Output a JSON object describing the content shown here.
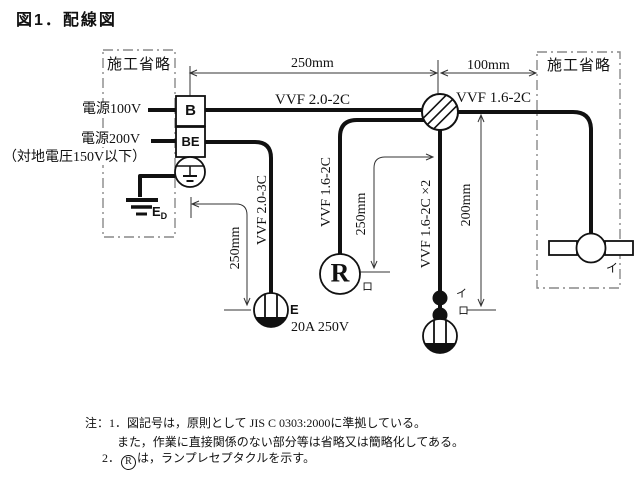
{
  "title": "図1．配線図",
  "colors": {
    "line": "#111111",
    "dash_box": "#888888",
    "dimension": "#333333"
  },
  "omission": {
    "left": "施工省略",
    "right": "施工省略"
  },
  "source": {
    "power100": "電源100V",
    "power200": "電源200V",
    "power200_sub": "（対地電圧150V以下）",
    "breaker_b": "B",
    "breaker_be": "BE",
    "earth_e": "E",
    "earth_sub": "D"
  },
  "dimensions": {
    "top_left": "250mm",
    "top_right": "100mm",
    "outlet_drop": "250mm",
    "receptacle_drop": "250mm",
    "switch_drop": "200mm"
  },
  "cables": {
    "main": "VVF 2.0-2C",
    "to_light": "VVF 1.6-2C",
    "to_outlet": "VVF 2.0-3C",
    "to_receptacle": "VVF 1.6-2C",
    "to_switches": "VVF 1.6-2C ×2"
  },
  "devices": {
    "receptacle_letter": "R",
    "receptacle_circuit": "ロ",
    "switch_top": "イ",
    "switch_bottom": "ロ",
    "outlet_earth": "E",
    "outlet_rating": "20A 250V",
    "light_circuit": "イ"
  },
  "notes": {
    "prefix1": "注：1．",
    "line1": "図記号は，原則として JIS C 0303:2000に準拠している。",
    "line1_cont": "また，作業に直接関係のない部分等は省略又は簡略化してある。",
    "prefix2": "2．",
    "symbol2": "R",
    "line2": "は，ランプレセプタクルを示す。"
  }
}
